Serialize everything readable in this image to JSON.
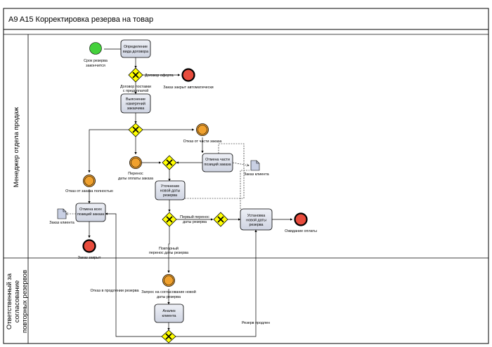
{
  "pool": {
    "title": "A9 A15 Корректировка резерва на товар",
    "lanes": [
      {
        "label": "Менеджер отдела продаж"
      },
      {
        "label": "Ответственный за согласование повторных резервов"
      }
    ]
  },
  "events": {
    "start_reserve_expired": "Срок резерва закончится",
    "end_auto_closed": "Заказ закрыт автоматически",
    "inter_partial_refusal": "Отказ от части заказа",
    "inter_postpone_payment": "Перенос даты оплаты заказа",
    "inter_full_refusal": "Отказ от заказа полностью",
    "end_order_closed": "Заказ закрыт",
    "end_wait_payment": "Ожидание оплаты",
    "inter_approval_request": "Запрос на согласование новой даты резерва"
  },
  "tasks": {
    "determine_contract": "Определение вида договора",
    "clarify_intentions": "Выяснение намерений заказчика",
    "cancel_part": "Отмена части позиций заказа",
    "clarify_reserve_date": "Уточнение новой даты резерва",
    "cancel_all": "Отмена всех позиций заказа",
    "set_reserve_date": "Установка новой даты резерва",
    "client_analysis": "Анализ клиента"
  },
  "flows": {
    "offer_contract": "Договор оферта",
    "supply_contract_prepay": "Договор поставки с предоплатой",
    "first_postpone": "Первый перенос даты резерва",
    "repeat_postpone": "Повторный перенос даты резерва",
    "refusal_extend": "Отказ в продлении резерва",
    "reserve_extended": "Резерв продлен"
  },
  "artifacts": {
    "client_order_1": "Заказ клиента",
    "client_order_2": "Заказ клиента"
  },
  "colors": {
    "task_fill": "#dfe3ee",
    "start_fill": "#44d13b",
    "end_fill": "#e84c3d",
    "intermediate_fill": "#f0a12e",
    "gateway_fill": "#ffff00"
  }
}
